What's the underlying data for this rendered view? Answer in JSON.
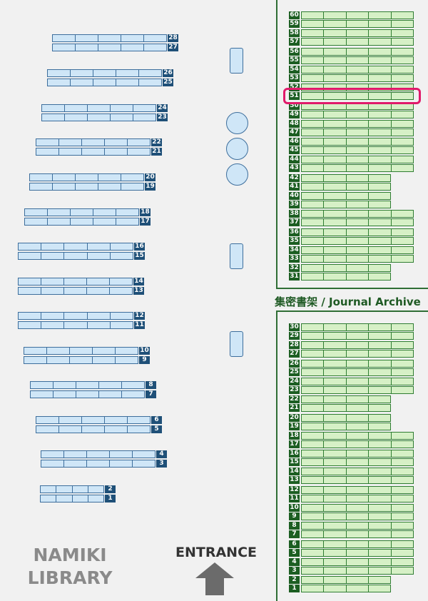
{
  "library": {
    "line1": "NAMIKI",
    "line2": "LIBRARY"
  },
  "entrance": {
    "label": "ENTRANCE"
  },
  "archive": {
    "label": "集密書架 / Journal Archive"
  },
  "highlighted_shelf": "51",
  "colors": {
    "left_shelf": "#cfe6f7",
    "right_shelf": "#d6f0c6",
    "highlight": "#e01a6a"
  },
  "left_shelves": [
    {
      "top": "28",
      "bottom": "27"
    },
    {
      "top": "26",
      "bottom": "25"
    },
    {
      "top": "24",
      "bottom": "23"
    },
    {
      "top": "22",
      "bottom": "21"
    },
    {
      "top": "20",
      "bottom": "19"
    },
    {
      "top": "18",
      "bottom": "17"
    },
    {
      "top": "16",
      "bottom": "15"
    },
    {
      "top": "14",
      "bottom": "13"
    },
    {
      "top": "12",
      "bottom": "11"
    },
    {
      "top": "10",
      "bottom": "9"
    },
    {
      "top": "8",
      "bottom": "7"
    },
    {
      "top": "6",
      "bottom": "5"
    },
    {
      "top": "4",
      "bottom": "3"
    },
    {
      "top": "2",
      "bottom": "1"
    }
  ],
  "right_upper_shelves": [
    "60",
    "59",
    "58",
    "57",
    "56",
    "55",
    "54",
    "53",
    "52",
    "51",
    "50",
    "49",
    "48",
    "47",
    "46",
    "45",
    "44",
    "43",
    "42",
    "41",
    "40",
    "39",
    "38",
    "37",
    "36",
    "35",
    "34",
    "33",
    "32",
    "31"
  ],
  "right_lower_shelves": [
    "30",
    "29",
    "28",
    "27",
    "26",
    "25",
    "24",
    "23",
    "22",
    "21",
    "20",
    "19",
    "18",
    "17",
    "16",
    "15",
    "14",
    "13",
    "12",
    "11",
    "10",
    "9",
    "8",
    "7",
    "6",
    "5",
    "4",
    "3",
    "2",
    "1"
  ]
}
